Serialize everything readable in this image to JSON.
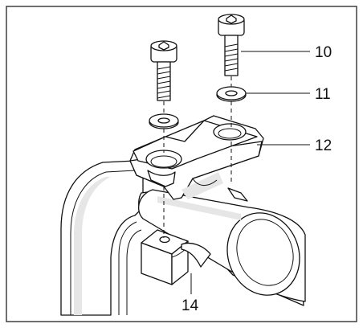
{
  "callouts": [
    {
      "id": "10",
      "label": "10"
    },
    {
      "id": "11",
      "label": "11"
    },
    {
      "id": "12",
      "label": "12"
    },
    {
      "id": "14",
      "label": "14"
    }
  ]
}
